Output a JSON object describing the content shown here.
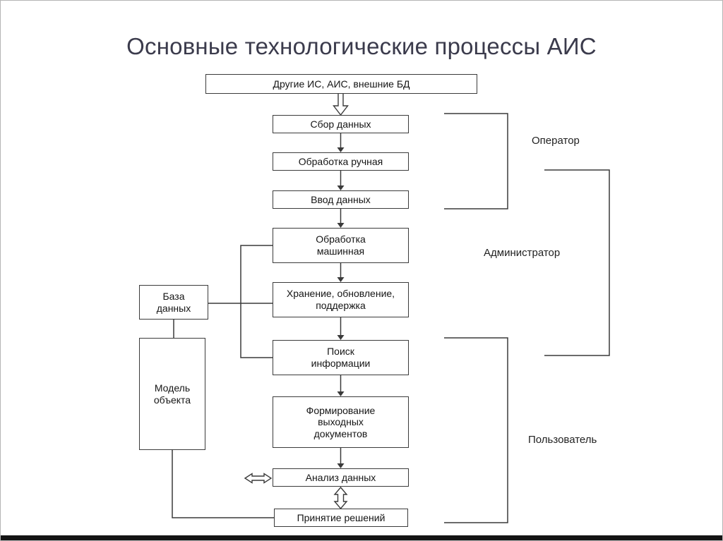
{
  "title": "Основные технологические процессы АИС",
  "diagram": {
    "source_box": "Другие ИС, АИС, внешние БД",
    "flow": [
      "Сбор данных",
      "Обработка ручная",
      "Ввод данных",
      "Обработка машинная",
      "Хранение, обновление, поддержка",
      "Поиск информации",
      "Формирование выходных документов",
      "Анализ данных",
      "Принятие решений"
    ],
    "side_boxes": [
      "База данных",
      "Модель объекта"
    ],
    "roles": [
      "Оператор",
      "Администратор",
      "Пользователь"
    ]
  },
  "colors": {
    "title_text": "#3b3b4c",
    "line": "#3a3a3a",
    "box_border": "#3b3b3b",
    "box_fill": "#ffffff",
    "background": "#ffffff",
    "bottom_bar": "#141414"
  }
}
